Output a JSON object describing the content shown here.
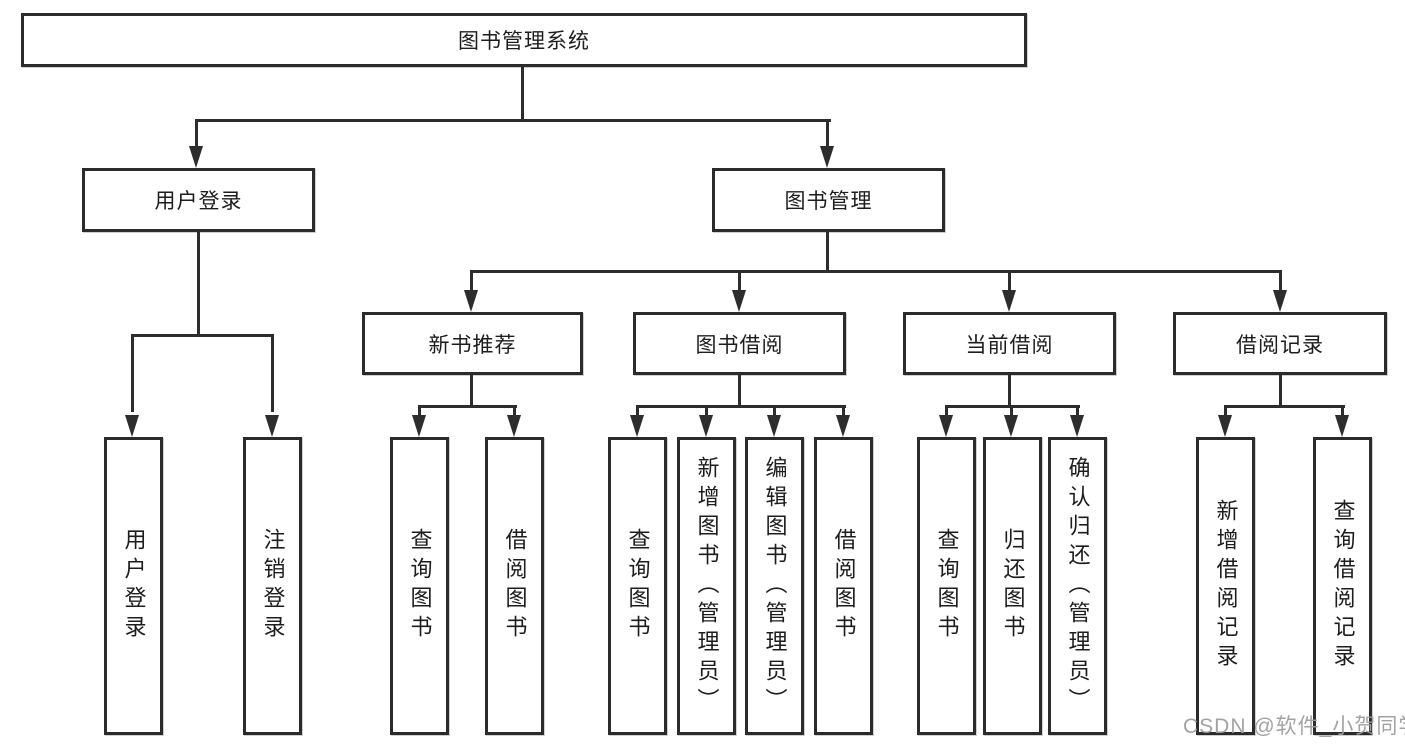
{
  "diagram_type": "hierarchy-tree",
  "tree": {
    "label": "图书管理系统",
    "children": [
      {
        "label": "用户登录",
        "children": [
          {
            "label": "用户登录"
          },
          {
            "label": "注销登录"
          }
        ]
      },
      {
        "label": "图书管理",
        "children": [
          {
            "label": "新书推荐",
            "children": [
              {
                "label": "查询图书"
              },
              {
                "label": "借阅图书"
              }
            ]
          },
          {
            "label": "图书借阅",
            "children": [
              {
                "label": "查询图书"
              },
              {
                "label": "新增图书（管理员）"
              },
              {
                "label": "编辑图书（管理员）"
              },
              {
                "label": "借阅图书"
              }
            ]
          },
          {
            "label": "当前借阅",
            "children": [
              {
                "label": "查询图书"
              },
              {
                "label": "归还图书"
              },
              {
                "label": "确认归还（管理员）"
              }
            ]
          },
          {
            "label": "借阅记录",
            "children": [
              {
                "label": "新增借阅记录"
              },
              {
                "label": "查询借阅记录"
              }
            ]
          }
        ]
      }
    ]
  },
  "watermark": {
    "text": "CSDN @软件_小贺同学"
  },
  "colors": {
    "background": "#ffffff",
    "line": "#2d2d2d",
    "box_border": "#2b2b2b",
    "text": "#1d1d1d",
    "watermark": "#9e9e9e"
  }
}
